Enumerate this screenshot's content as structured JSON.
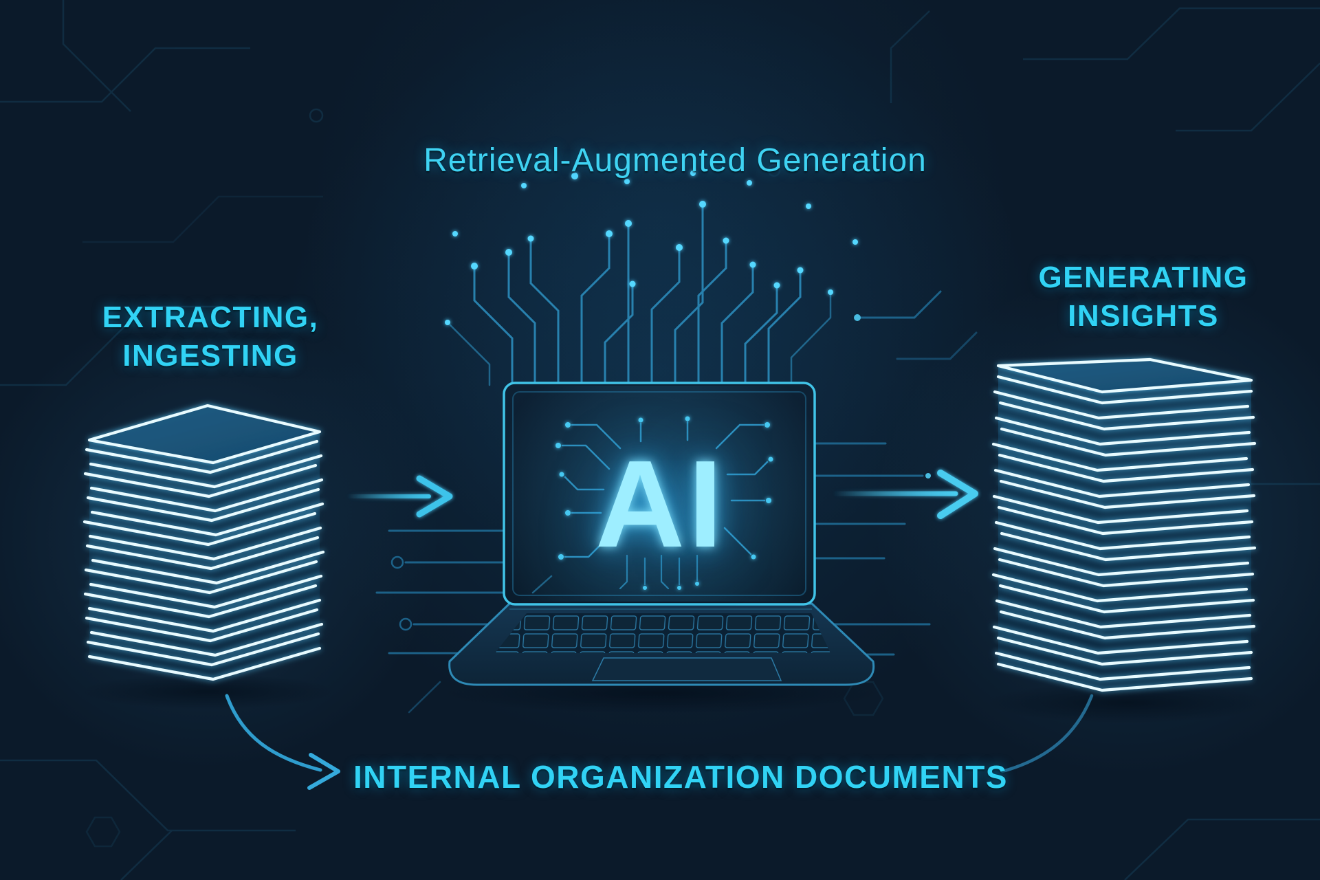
{
  "title": "Retrieval-Augmented Generation",
  "stages": {
    "input": {
      "line1": "EXTRACTING,",
      "line2": "INGESTING"
    },
    "processor": {
      "label": "AI"
    },
    "output": {
      "line1": "GENERATING",
      "line2": "INSIGHTS"
    },
    "source": {
      "label": "INTERNAL ORGANIZATION DOCUMENTS"
    }
  },
  "icons": {
    "left": "document-stack-icon",
    "center": "laptop-circuit-icon",
    "right": "document-stack-icon",
    "connectors": [
      "arrow-right-icon",
      "arrow-right-icon",
      "curved-arrow-icon",
      "curved-connector-icon"
    ]
  },
  "colors": {
    "background": "#0b1a2a",
    "text_cyan": "#31d3f5",
    "ai_glow": "#9eeeff",
    "sheet_edge": "#e8fbff",
    "circuit_blue": "#2a86b4",
    "arrow_blue": "#3ec3ea"
  }
}
